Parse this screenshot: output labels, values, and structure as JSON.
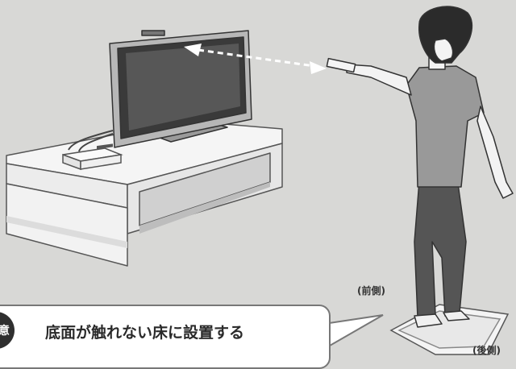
{
  "labels": {
    "front": "(前側)",
    "back": "(後側)"
  },
  "callout": {
    "badge": "注意",
    "text": "底面が触れない床に設置する"
  },
  "colors": {
    "background": "#d8d8d6",
    "badge": "#2f2f2f",
    "outline": "#555555"
  }
}
